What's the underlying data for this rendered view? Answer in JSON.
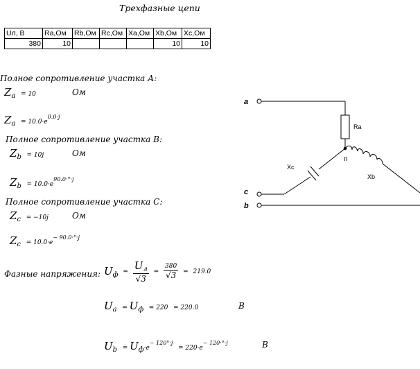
{
  "title": "Трехфазные цепи",
  "table": {
    "headers": [
      "Uл, В",
      "Ra,Ом",
      "Rb,Ом",
      "Rc,Ом",
      "Xa,Ом",
      "Xb,Ом",
      "Xc,Ом"
    ],
    "values": [
      "380",
      "10",
      "",
      "",
      "",
      "10",
      "10"
    ]
  },
  "sections": {
    "a": {
      "label": "Полное сопротивление участка А:",
      "z_sym": "Z",
      "sub": "a",
      "val1": "10",
      "unit": "Ом",
      "exp_coef": "10.0·e",
      "exp_pow": "0.0·j"
    },
    "b": {
      "label": "Полное сопротивление участка В:",
      "z_sym": "Z",
      "sub": "b",
      "val1": "10j",
      "unit": "Ом",
      "exp_coef": "10.0·e",
      "exp_pow": "90.0·°·j"
    },
    "c": {
      "label": "Полное сопротивление участка С:",
      "z_sym": "Z",
      "sub": "c",
      "val1": "−10j",
      "unit": "Ом",
      "exp_coef": "10.0·e",
      "exp_pow": "− 90.0·°·j"
    }
  },
  "phase": {
    "label": "Фазные напряжения:",
    "u_phi": "U",
    "u_phi_sub": "ф",
    "num": "U",
    "num_sub": "л",
    "den": "√3",
    "num2": "380",
    "den2": "√3",
    "result": "219.0",
    "ua_sub": "a",
    "ua_mid": "220",
    "ua_result": "220.0",
    "ua_unit": "В",
    "ub_sub": "b",
    "ub_exp": "− 120°·j",
    "ub_coef": "220·e",
    "ub_exp2": "− 120·°·j",
    "ub_unit": "В"
  },
  "circuit": {
    "node_a": "a",
    "node_c": "c",
    "node_b": "b",
    "node_n": "n",
    "label_ra": "Ra",
    "label_xb": "Xb",
    "label_xc": "Xc"
  }
}
